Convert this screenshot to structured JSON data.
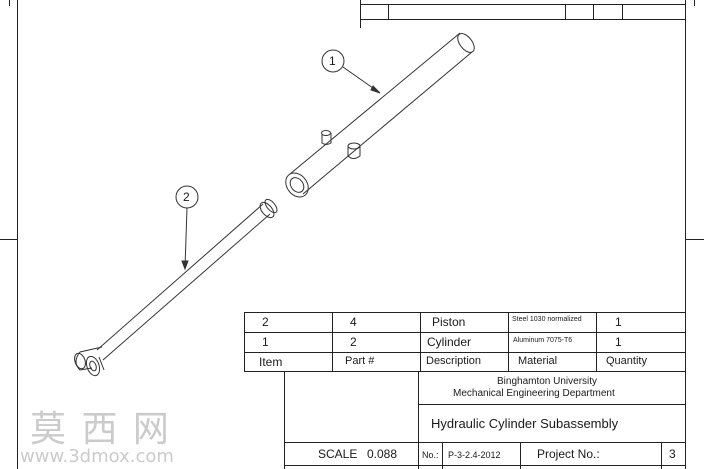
{
  "drawing": {
    "balloons": [
      {
        "number": "1"
      },
      {
        "number": "2"
      }
    ]
  },
  "bom": {
    "rows": [
      {
        "item": "2",
        "qty_col": "4",
        "description": "Piston",
        "material": "Steel 1030 normalized",
        "quantity": "1"
      },
      {
        "item": "1",
        "qty_col": "2",
        "description": "Cylinder",
        "material": "Aluminum 7075-T6",
        "quantity": "1"
      }
    ],
    "headers": {
      "item": "Item",
      "part": "Part #",
      "description": "Description",
      "material": "Material",
      "quantity": "Quantity"
    }
  },
  "title_block": {
    "university": "Binghamton University",
    "department": "Mechanical Engineering Department",
    "title": "Hydraulic Cylinder Subassembly",
    "scale_label": "SCALE",
    "scale_value": "0.088",
    "no_label": "No.:",
    "drawing_no": "P-3-2.4-2012",
    "project_label": "Project No.:",
    "sheet": "3"
  },
  "watermark": {
    "chinese": "莫 西 网",
    "url": "www.3dmox.com"
  },
  "colors": {
    "line": "#222222",
    "watermark": "#a0a0a0"
  }
}
